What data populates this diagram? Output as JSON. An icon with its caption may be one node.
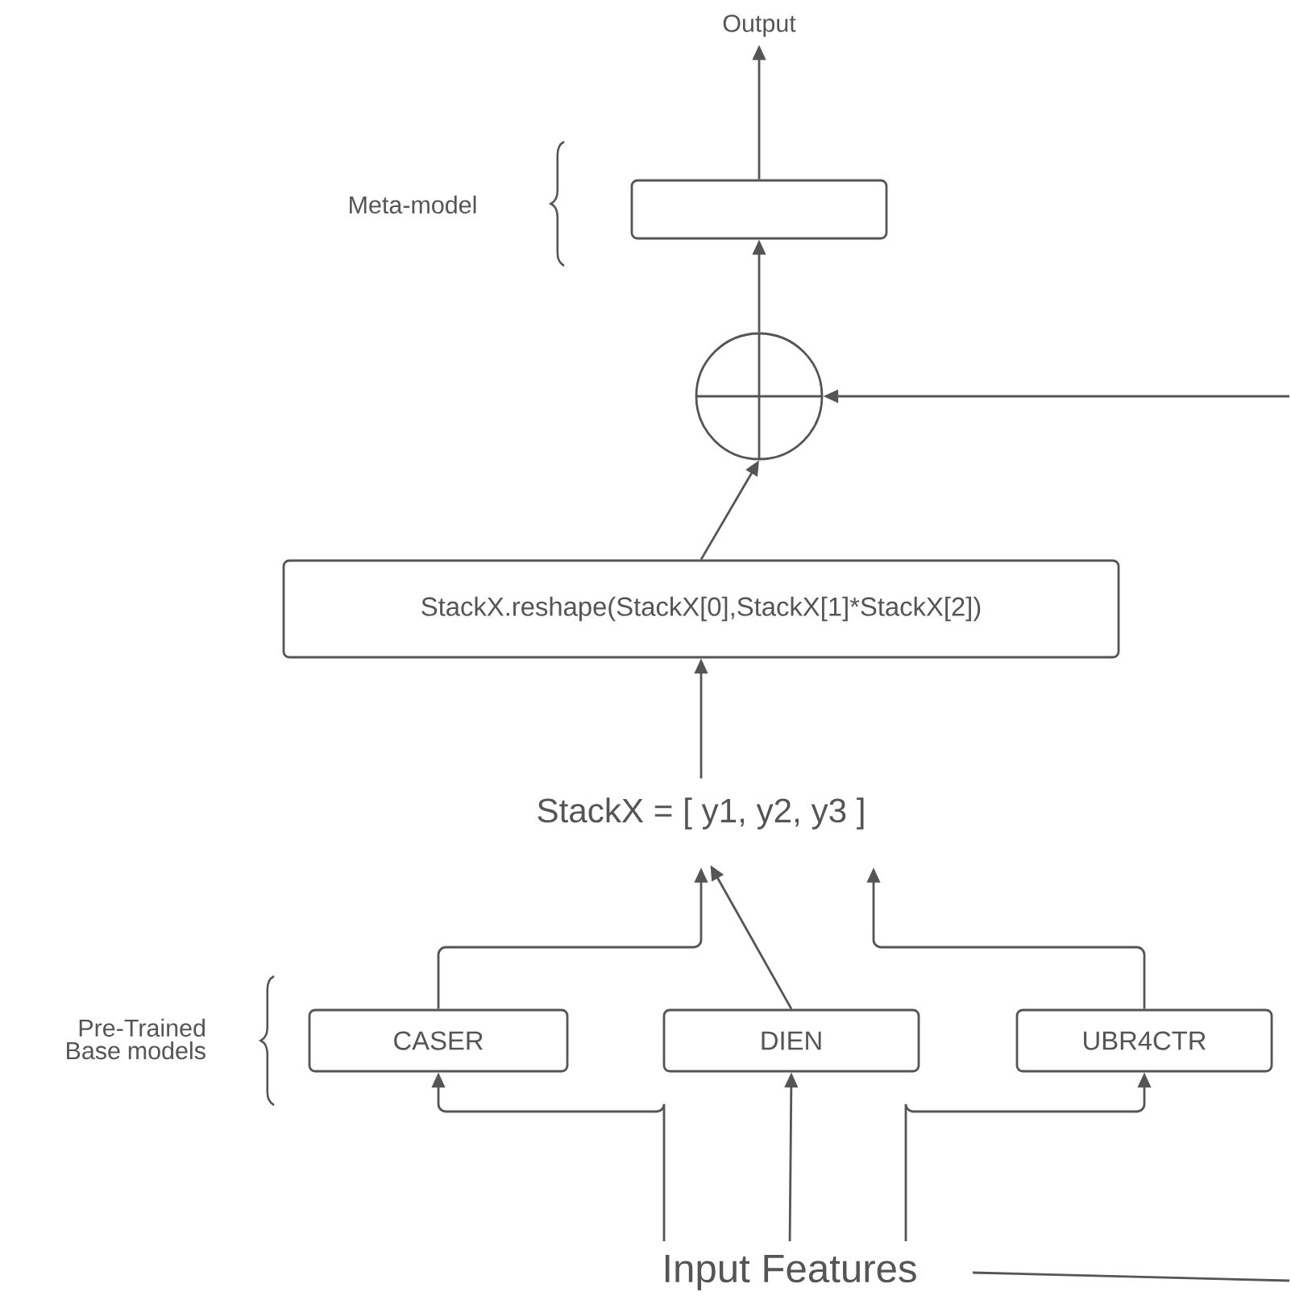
{
  "diagram": {
    "nodes": [
      {
        "text": [
          "Output"
        ]
      },
      {
        "text": [],
        "shape": "box"
      },
      {
        "text": [],
        "shape": "circle"
      },
      {
        "text": [
          "StackX.reshape(StackX[0],StackX[1]*StackX[2])"
        ]
      },
      {
        "text": [
          "StackX = [ y1, y2, y3 ]"
        ]
      },
      {
        "text": [
          "CASER"
        ]
      },
      {
        "text": [
          "DIEN"
        ]
      },
      {
        "text": [
          "UBR4CTR"
        ]
      },
      {
        "text": [
          "Input Features"
        ]
      }
    ],
    "edges": [
      {
        "from": 1,
        "to": 0,
        "arrow": "to"
      },
      {
        "from": 2,
        "to": 1,
        "arrow": "to"
      },
      {
        "from": 3,
        "to": 2,
        "arrow": "to"
      },
      {
        "from": null,
        "to": 2,
        "arrow": "to"
      },
      {
        "from": 4,
        "to": 3,
        "arrow": "to"
      },
      {
        "from": 5,
        "to": 4,
        "arrow": "to"
      },
      {
        "from": 6,
        "to": 4,
        "arrow": "to"
      },
      {
        "from": 7,
        "to": 4,
        "arrow": "to"
      },
      {
        "from": 8,
        "to": 5,
        "arrow": "to"
      },
      {
        "from": 8,
        "to": 6,
        "arrow": "to"
      },
      {
        "from": 8,
        "to": 7,
        "arrow": "to"
      },
      {
        "from": 8,
        "to": null,
        "arrow": "none"
      }
    ],
    "labels": [
      "Meta-model",
      "Pre-Trained Base models"
    ]
  }
}
